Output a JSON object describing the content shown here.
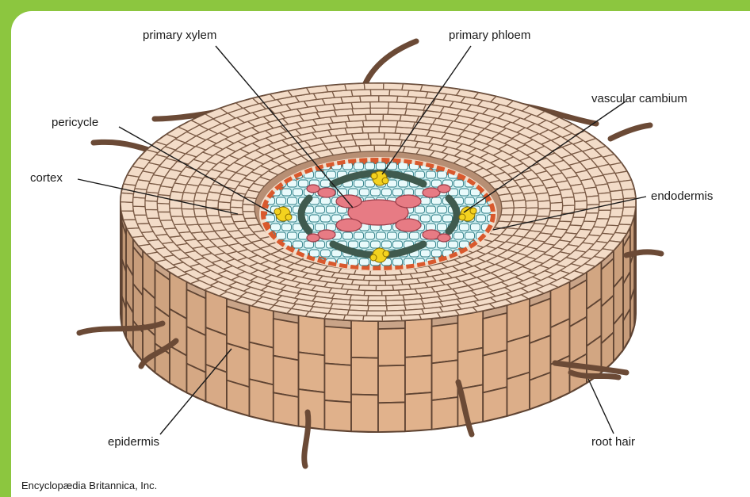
{
  "labels": {
    "primary_xylem": "primary xylem",
    "primary_phloem": "primary phloem",
    "pericycle": "pericycle",
    "vascular_cambium": "vascular cambium",
    "cortex": "cortex",
    "endodermis": "endodermis",
    "epidermis": "epidermis",
    "root_hair": "root hair"
  },
  "credit": "Encyclopædia Britannica, Inc.",
  "colors": {
    "frame": "#8cc63f",
    "cortex_cell": "#f3dcc8",
    "cell_outline": "#7a5a45",
    "side_wall": "#c9a488",
    "stele_fill": "#cfeef0",
    "endodermis_dot": "#d9592d",
    "xylem": "#e77b84",
    "phloem": "#f4d21f",
    "cambium_band": "#3f5a4e"
  }
}
